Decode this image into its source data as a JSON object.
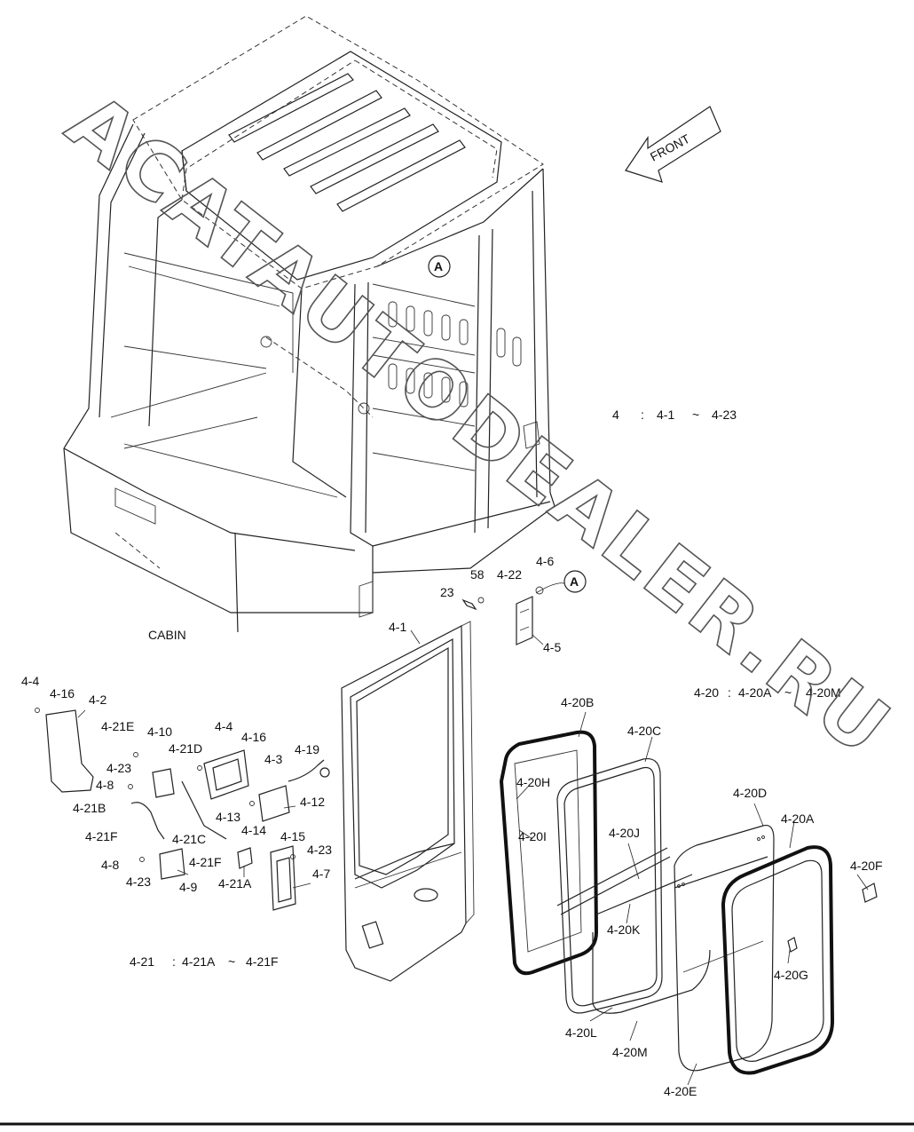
{
  "front_label": "FRONT",
  "cabin_label": "CABIN",
  "detail_marker": "A",
  "watermark": "ACATAUTODEALER.RU",
  "group_notes": {
    "group4": {
      "num": "4",
      "sep": ":",
      "from": "4-1",
      "tilde": "~",
      "to": "4-23"
    },
    "group420": {
      "num": "4-20",
      "sep": ":",
      "from": "4-20A",
      "tilde": "~",
      "to": "4-20M"
    },
    "group421": {
      "num": "4-21",
      "sep": ":",
      "from": "4-21A",
      "tilde": "~",
      "to": "4-21F"
    }
  },
  "part_labels": [
    "23",
    "58",
    "4-22",
    "4-6",
    "4-5",
    "4-1",
    "4-4",
    "4-16",
    "4-2",
    "4-21E",
    "4-10",
    "4-21D",
    "4-4",
    "4-16",
    "4-3",
    "4-19",
    "4-23",
    "4-8",
    "4-12",
    "4-21B",
    "4-13",
    "4-14",
    "4-21F",
    "4-21C",
    "4-15",
    "4-23",
    "4-8",
    "4-21F",
    "4-7",
    "4-23",
    "4-9",
    "4-21A",
    "4-20B",
    "4-20C",
    "4-20H",
    "4-20I",
    "4-20J",
    "4-20K",
    "4-20D",
    "4-20A",
    "4-20F",
    "4-20G",
    "4-20L",
    "4-20M",
    "4-20E"
  ]
}
